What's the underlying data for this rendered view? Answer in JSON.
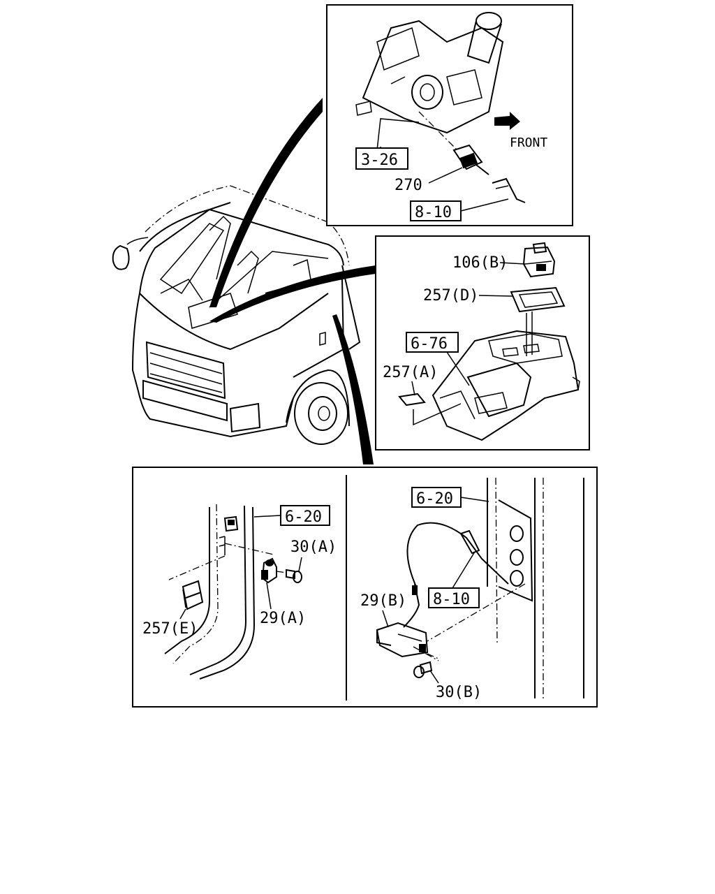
{
  "labels": {
    "ref_3_26": "3-26",
    "part_270": "270",
    "ref_8_10_top": "8-10",
    "front": "FRONT",
    "part_106b": "106(B)",
    "part_257d": "257(D)",
    "ref_6_76": "6-76",
    "part_257a": "257(A)",
    "ref_6_20_left": "6-20",
    "part_30a": "30(A)",
    "part_29a": "29(A)",
    "part_257e": "257(E)",
    "ref_6_20_right": "6-20",
    "ref_8_10_right": "8-10",
    "part_29b": "29(B)",
    "part_30b": "30(B)"
  },
  "icons": [
    "arrow-front-icon"
  ]
}
